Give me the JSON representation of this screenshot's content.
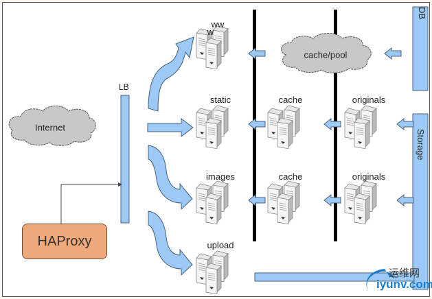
{
  "diagram": {
    "nodes": {
      "internet": "Internet",
      "haproxy": "HAProxy",
      "lb": "LB",
      "www": "ww\nw",
      "www_line1": "ww",
      "www_line2": "w",
      "cache_pool": "cache/pool",
      "db": "DB",
      "storage": "Storage",
      "rows": [
        {
          "front": "static",
          "cache": "cache",
          "origin": "originals"
        },
        {
          "front": "images",
          "cache": "cache",
          "origin": "originals"
        },
        {
          "front": "upload"
        }
      ]
    },
    "colors": {
      "arrow_fill": "#9cc9f5",
      "arrow_stroke": "#46607a",
      "cloud_fill": "#c8c8c8",
      "haproxy_fill": "#f0a97b",
      "divider": "#000000"
    },
    "watermark": {
      "cn": "运维网",
      "en": "iyunv.com"
    }
  }
}
